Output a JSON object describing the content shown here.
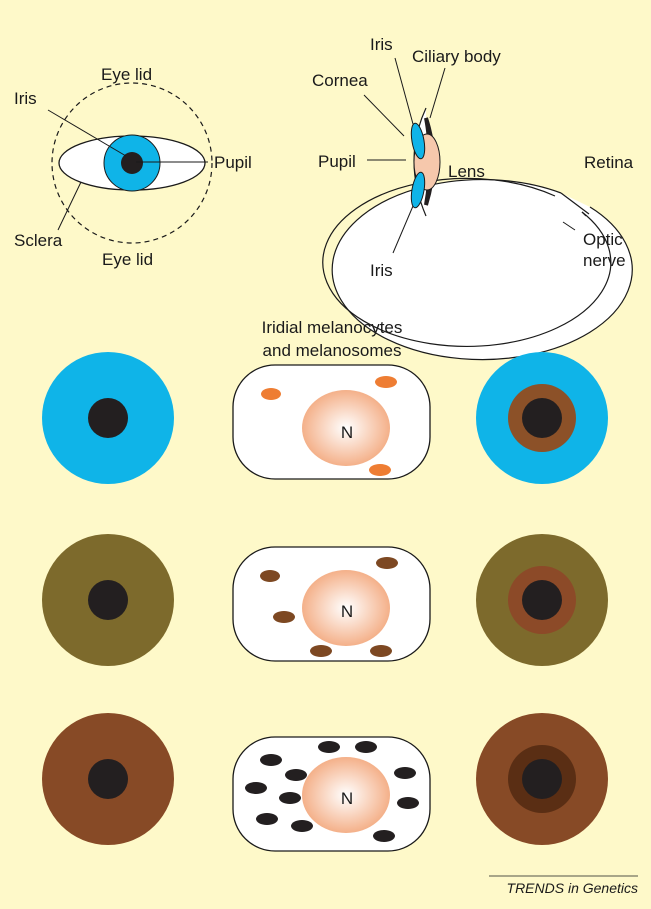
{
  "frontal_eye": {
    "labels": {
      "iris": "Iris",
      "eye_lid_top": "Eye lid",
      "eye_lid_bottom": "Eye lid",
      "pupil": "Pupil",
      "sclera": "Sclera"
    }
  },
  "cross_section": {
    "labels": {
      "iris_top": "Iris",
      "ciliary_body": "Ciliary body",
      "cornea": "Cornea",
      "pupil": "Pupil",
      "lens": "Lens",
      "retina": "Retina",
      "optic": "Optic",
      "nerve": "nerve",
      "iris_bottom": "Iris"
    }
  },
  "melanocytes": {
    "caption_line1": "Iridial melanocytes",
    "caption_line2": "and melanosomes",
    "nucleus_label": "N"
  },
  "colors": {
    "background": "#fef9c9",
    "blue_iris": "#0fb4e8",
    "green_iris": "#7d6a2c",
    "brown_iris": "#874a26",
    "pupil": "#231f20",
    "lens": "#f6c8ac",
    "melanosome_orange": "#ee7d33",
    "melanosome_brown": "#7d4822",
    "melanosome_black": "#231f20",
    "ring_brown_on_blue": "#8c5128",
    "ring_brown_on_green": "#8c4a28",
    "ring_dark_on_brown": "#5a2e14"
  },
  "rows": [
    {
      "iris": "blue",
      "melanosome": "orange",
      "ring": "brown"
    },
    {
      "iris": "green",
      "melanosome": "brown",
      "ring": "brown"
    },
    {
      "iris": "brown",
      "melanosome": "black",
      "ring": "dark-brown"
    }
  ],
  "credit": "TRENDS in Genetics"
}
